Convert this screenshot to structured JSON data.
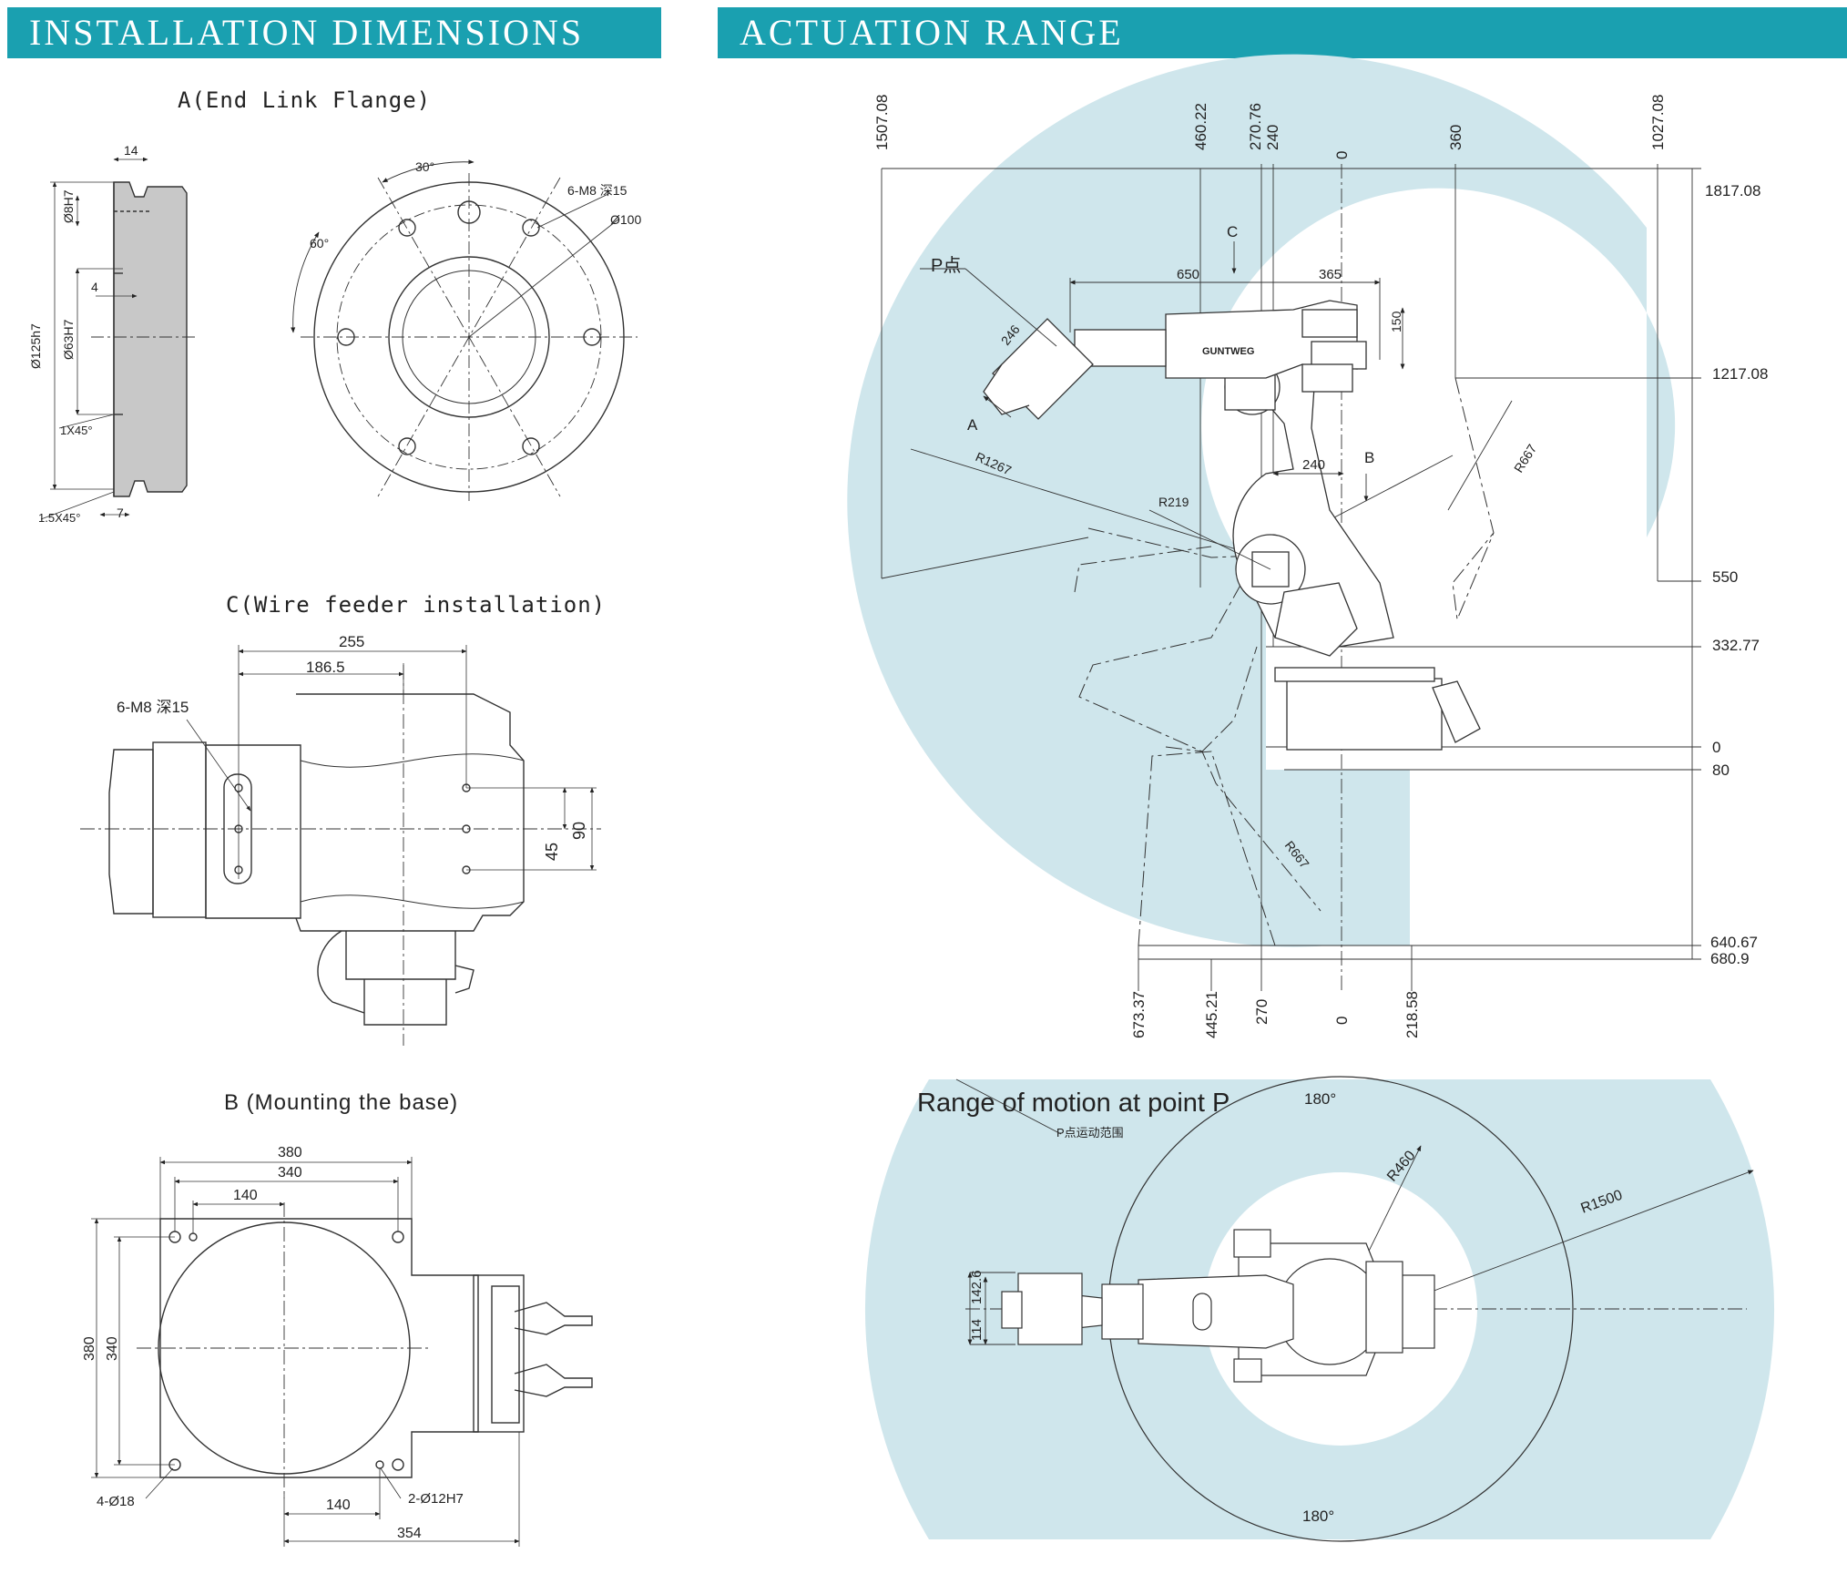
{
  "headers": {
    "installation": "INSTALLATION DIMENSIONS",
    "actuation": "ACTUATION RANGE"
  },
  "flange": {
    "title": "A(End Link Flange)",
    "d125": "Ø125h7",
    "d63": "Ø63H7",
    "d8": "Ø8H7",
    "w14": "14",
    "w4": "4",
    "w7": "7",
    "ch1": "1X45°",
    "ch15": "1.5X45°",
    "a30": "30°",
    "a60": "60°",
    "holes": "6-M8 深15",
    "d100": "Ø100"
  },
  "feeder": {
    "title": "C(Wire feeder installation)",
    "d255": "255",
    "d186": "186.5",
    "holes": "6-M8 深15",
    "d45": "45",
    "d90": "90"
  },
  "base": {
    "title": "B (Mounting the base)",
    "d380h": "380",
    "d340h": "340",
    "d140t": "140",
    "d380v": "380",
    "d340v": "340",
    "d140b": "140",
    "d354": "354",
    "holes4": "4-Ø18",
    "holes2": "2-Ø12H7"
  },
  "range": {
    "top_ticks": [
      "1507.08",
      "460.22",
      "270.76",
      "240",
      "0",
      "360",
      "1027.08"
    ],
    "right_ticks": [
      "1817.08",
      "1217.08",
      "550",
      "332.77",
      "0",
      "80",
      "640.67",
      "680.9"
    ],
    "bottom_ticks": [
      "673.37",
      "445.21",
      "270",
      "0",
      "218.58"
    ],
    "p_point": "P点",
    "d650": "650",
    "d365": "365",
    "d150": "150",
    "d246": "246",
    "d240": "240",
    "r1267": "R1267",
    "r219": "R219",
    "r667a": "R667",
    "r667b": "R667",
    "label_a": "A",
    "label_b": "B",
    "label_c": "C",
    "brand": "GUNTWEG"
  },
  "motion": {
    "title": "Range of motion at point P",
    "subtitle": "P点运动范围",
    "a180top": "180°",
    "a180bot": "180°",
    "r460": "R460",
    "r1500": "R1500",
    "d114": "114",
    "d142": "142.6"
  },
  "colors": {
    "header": "#1aa0b0",
    "range_fill": "#cfe6ec",
    "base_fill": "#c8c8c8"
  }
}
